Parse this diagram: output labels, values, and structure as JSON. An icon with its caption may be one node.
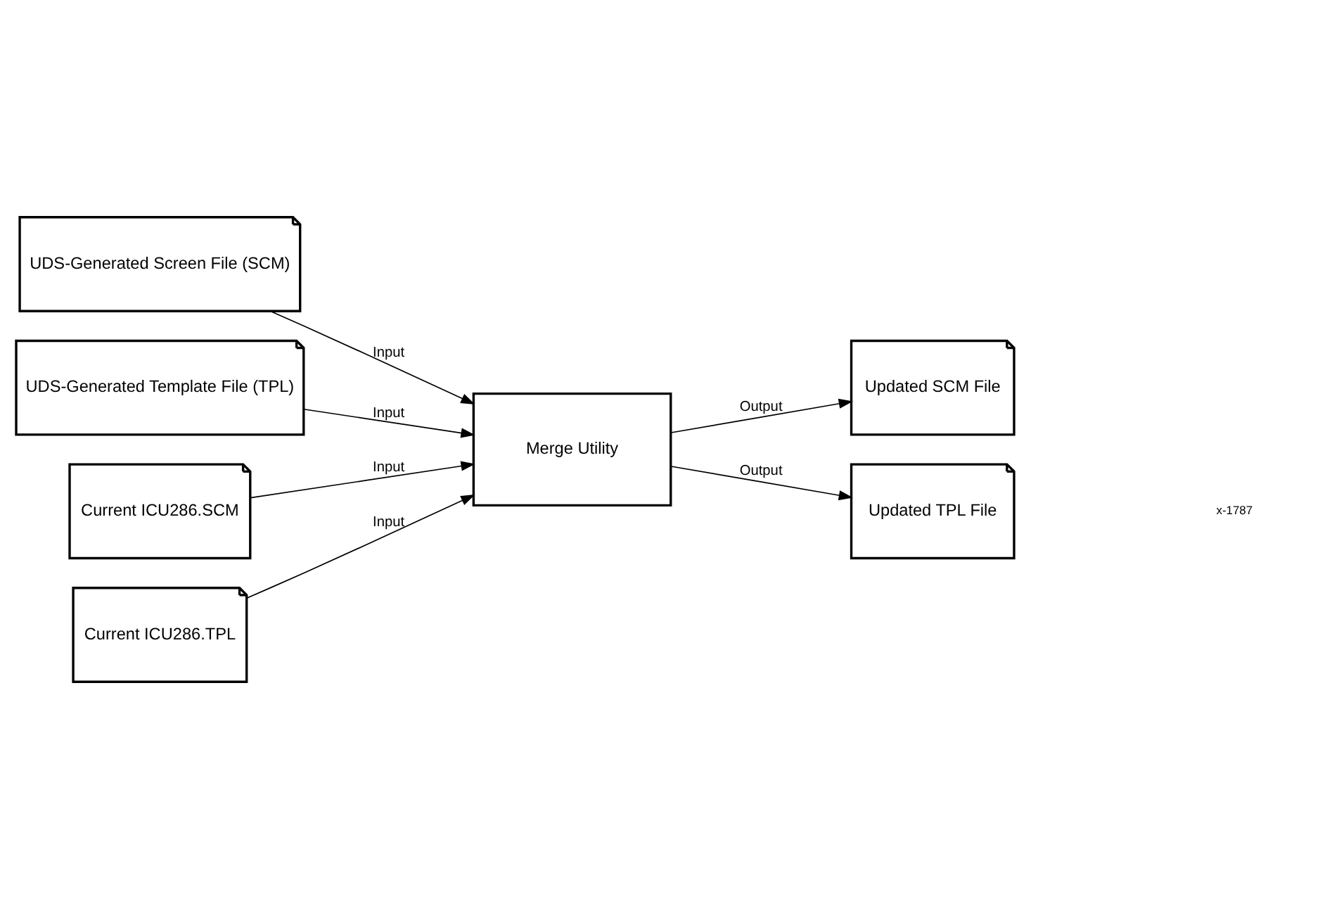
{
  "diagram": {
    "nodes": [
      {
        "text": [
          "UDS-Generated Screen File (SCM)"
        ]
      },
      {
        "text": [
          "UDS-Generated Template File (TPL)"
        ]
      },
      {
        "text": [
          "Current ICU286.SCM"
        ]
      },
      {
        "text": [
          "Current ICU286.TPL"
        ]
      },
      {
        "text": [
          "Merge Utility"
        ]
      },
      {
        "text": [
          "Updated SCM File"
        ]
      },
      {
        "text": [
          "Updated TPL File"
        ]
      }
    ],
    "edges": [
      {
        "from": 0,
        "to": 4,
        "arrow": "to",
        "label": "Input"
      },
      {
        "from": 1,
        "to": 4,
        "arrow": "to",
        "label": "Input"
      },
      {
        "from": 2,
        "to": 4,
        "arrow": "to",
        "label": "Input"
      },
      {
        "from": 3,
        "to": 4,
        "arrow": "to",
        "label": "Input"
      },
      {
        "from": 4,
        "to": 5,
        "arrow": "to",
        "label": "Output"
      },
      {
        "from": 4,
        "to": 6,
        "arrow": "to",
        "label": "Output"
      }
    ],
    "labels": [
      "x-1787"
    ]
  }
}
